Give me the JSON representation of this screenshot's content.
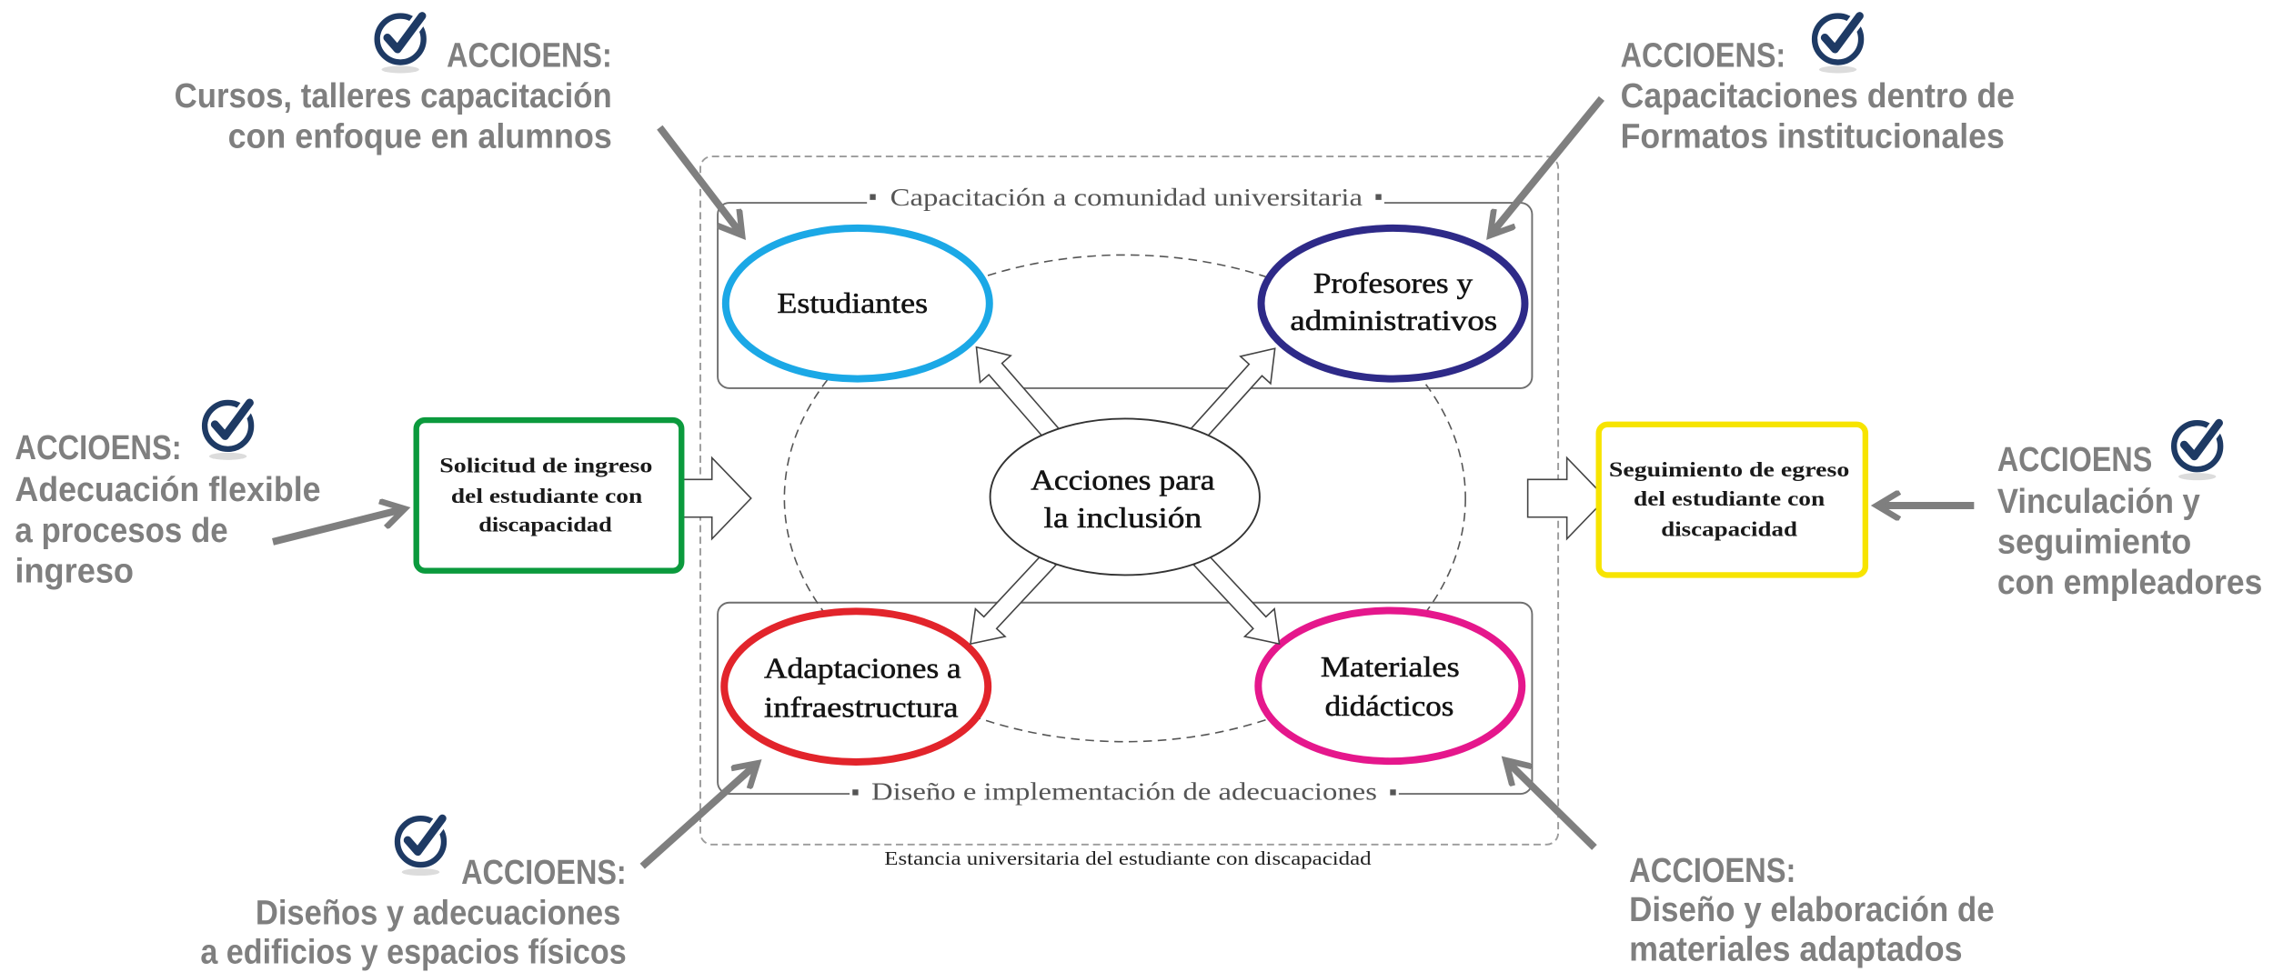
{
  "annotations": {
    "top_left": {
      "heading": "ACCIOENS:",
      "lines": [
        "Cursos, talleres capacitación",
        "con enfoque en alumnos"
      ]
    },
    "top_right": {
      "heading": "ACCIOENS:",
      "lines": [
        "Capacitaciones dentro de",
        "Formatos institucionales"
      ]
    },
    "left": {
      "heading": "ACCIOENS:",
      "lines": [
        "Adecuación flexible",
        "a procesos de",
        "ingreso"
      ]
    },
    "right": {
      "heading": "ACCIOENS",
      "lines": [
        "Vinculación y",
        "seguimiento",
        "con empleadores"
      ]
    },
    "bottom_left": {
      "heading": "ACCIOENS:",
      "lines": [
        "Diseños y adecuaciones",
        "a edificios y espacios físicos"
      ]
    },
    "bottom_right": {
      "heading": "ACCIOENS:",
      "lines": [
        "Diseño y elaboración de",
        "materiales adaptados"
      ]
    }
  },
  "diagram": {
    "center": {
      "lines": [
        "Acciones para",
        "la inclusión"
      ]
    },
    "nodes": {
      "students": {
        "lines": [
          "Estudiantes"
        ],
        "color": "#1ba8e6"
      },
      "staff": {
        "lines": [
          "Profesores y",
          "administrativos"
        ],
        "color": "#2e2a88"
      },
      "infrastructure": {
        "lines": [
          "Adaptaciones a",
          "infraestructura"
        ],
        "color": "#e2242b"
      },
      "materials": {
        "lines": [
          "Materiales",
          "didácticos"
        ],
        "color": "#e5178c"
      }
    },
    "top_group_label": "Capacitación a comunidad universitaria",
    "bottom_group_label": "Diseño e implementación de adecuaciones",
    "stay_caption": "Estancia universitaria del estudiante con discapacidad",
    "entry_box": {
      "lines": [
        "Solicitud de ingreso",
        "del estudiante con",
        "discapacidad"
      ],
      "color": "#0b9a3d"
    },
    "exit_box": {
      "lines": [
        "Seguimiento de egreso",
        "del estudiante con",
        "discapacidad"
      ],
      "color": "#f7e400"
    }
  },
  "icons": {
    "check": "check-circle-icon"
  },
  "colors": {
    "annotation_text": "#7f7f7f",
    "check_icon": "#1e3a64",
    "pointer_arrows": "#7f7f7f"
  }
}
